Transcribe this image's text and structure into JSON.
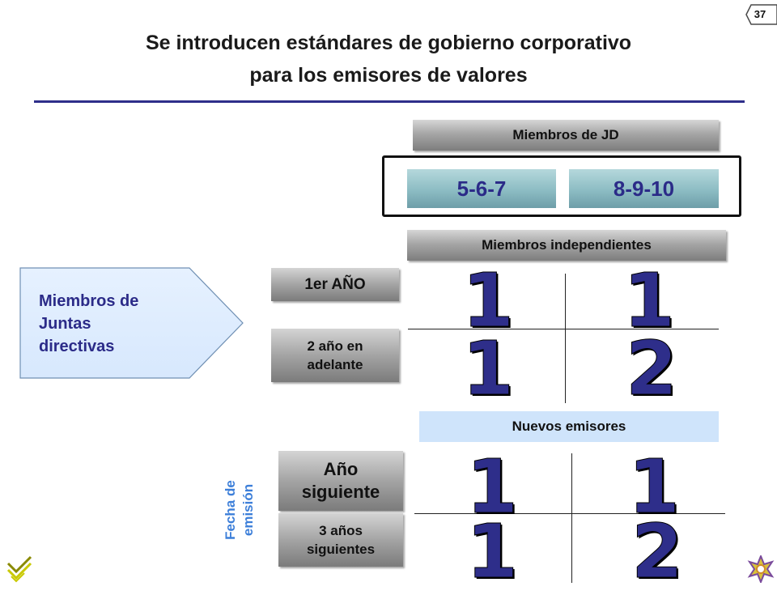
{
  "page_number": "37",
  "title": {
    "line1": "Se introducen estándares de gobierno corporativo",
    "line2": "para los emisores de valores"
  },
  "board_members": {
    "header": "Miembros de JD",
    "options": [
      "5-6-7",
      "8-9-10"
    ]
  },
  "independent_members": {
    "header": "Miembros independientes"
  },
  "side_label": {
    "line1": "Miembros de",
    "line2": "Juntas",
    "line3": "directivas"
  },
  "rows_independent": [
    {
      "line1": "1er AÑO",
      "line2": "",
      "values": [
        "1",
        "1"
      ]
    },
    {
      "line1": "2 año en",
      "line2": "adelante",
      "values": [
        "1",
        "2"
      ]
    }
  ],
  "new_issuers": {
    "header": "Nuevos emisores",
    "axis_label_line1": "Fecha de",
    "axis_label_line2": "emisión",
    "rows": [
      {
        "line1": "Año",
        "line2": "siguiente",
        "values": [
          "1",
          "1"
        ]
      },
      {
        "line1": "3 años",
        "line2": "siguientes",
        "values": [
          "1",
          "2"
        ]
      }
    ]
  },
  "colors": {
    "navy": "#2e2e8a",
    "teal": "#8cbcc3",
    "light_blue": "#cfe4fb",
    "accent_blue": "#3d7fd9"
  },
  "icons": [
    "page-tab-icon",
    "logo-mark-icon",
    "sunburst-logo-icon"
  ]
}
